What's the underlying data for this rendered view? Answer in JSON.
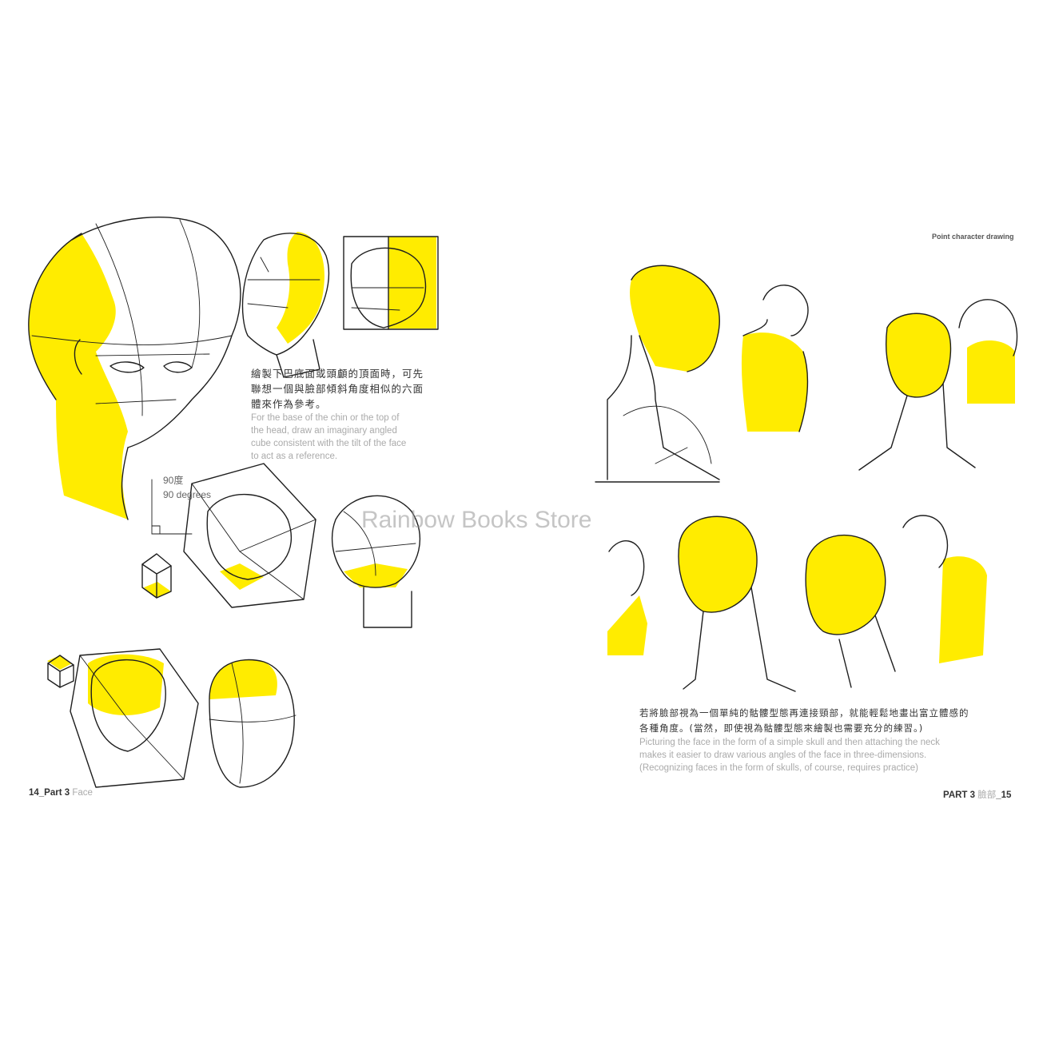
{
  "watermark": "Rainbow Books Store",
  "left_page": {
    "caption_cn_1": "繪製下巴底面或頭顱的頂面時，可先",
    "caption_cn_2": "聯想一個與臉部傾斜角度相似的六面",
    "caption_cn_3": "體來作為參考。",
    "caption_en_1": "For the base of the chin or the top of",
    "caption_en_2": "the head, draw an imaginary angled",
    "caption_en_3": "cube consistent with the tilt of the face",
    "caption_en_4": "to act as a reference.",
    "angle_cn": "90度",
    "angle_en": "90 degrees",
    "folio_number": "14_Part 3",
    "folio_word": "Face"
  },
  "right_page": {
    "header": "Point character drawing",
    "caption_cn_1": "若將臉部視為一個單純的骷髏型態再連接頸部，就能輕鬆地畫出富立體感的",
    "caption_cn_2": "各種角度。(當然，即使視為骷髏型態來繪製也需要充分的練習。)",
    "caption_en_1": "Picturing the face in the form of a simple skull and then attaching the neck",
    "caption_en_2": "makes it easier to draw various angles of the face in three-dimensions.",
    "caption_en_3": "(Recognizing faces in the form of skulls, of course, requires practice)",
    "folio_part": "PART 3",
    "folio_word": "臉部",
    "folio_number": "_15"
  },
  "colors": {
    "highlight": "#ffec00",
    "ink": "#1e1e1e"
  }
}
